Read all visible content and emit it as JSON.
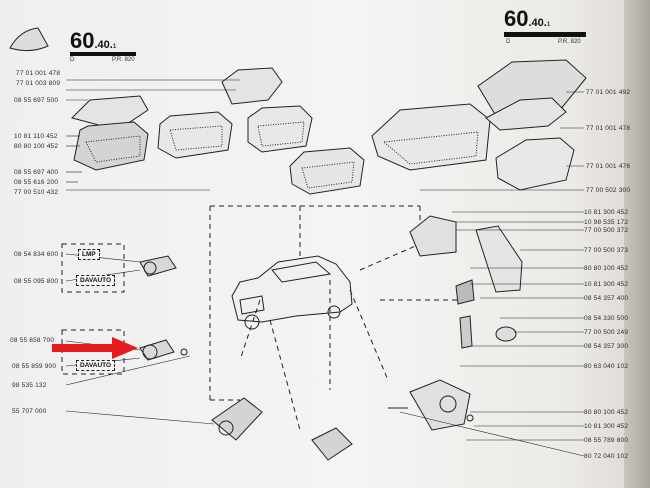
{
  "header_right": {
    "number": "60",
    "suffix": ".40.",
    "sub": "1",
    "left_code": "D",
    "right_code": "P.R. 820"
  },
  "header_left": {
    "number": "60",
    "suffix": ".40.",
    "sub": "1",
    "left_code": "D",
    "right_code": "P.R. 820"
  },
  "left_parts": [
    "77 01 001 478",
    "77 01 003 809",
    "08 55 697 500",
    "10 81 110 452",
    "80 80 100 452",
    "08 55 697 400",
    "08 55 616 200",
    "77 00 510 432"
  ],
  "lock_parts_upper": [
    "08 54 834 600",
    "08 55 095 800"
  ],
  "lock_parts_lower": [
    "08 55 858 700",
    "08 55 859 900",
    "98 535 132"
  ],
  "bottom_left_part": "55 707 000",
  "box_labels": {
    "lmp": "LMP",
    "davauto1": "DAVAUTO",
    "davauto2": "DAVAUTO"
  },
  "right_parts_top": [
    "77 01 001 492",
    "77 01 001 478",
    "77 01 001 476",
    "77 00 502 300"
  ],
  "right_parts_mid": [
    "10 81 300 452",
    "10 98 535 172",
    "77 00 500 372",
    "77 00 500 373",
    "80 80 100 452",
    "10 81 300 452",
    "08 54 357 400",
    "08 54 330 500",
    "77 00 500 249",
    "08 54 357 300",
    "80 63 040 102"
  ],
  "right_parts_bottom": [
    "80 80 100 452",
    "10 81 300 452",
    "08 55 789 800",
    "80 72 040 102"
  ],
  "colors": {
    "arrow": "#e31b1b",
    "ink": "#222222",
    "paper": "#f2f2f1"
  }
}
